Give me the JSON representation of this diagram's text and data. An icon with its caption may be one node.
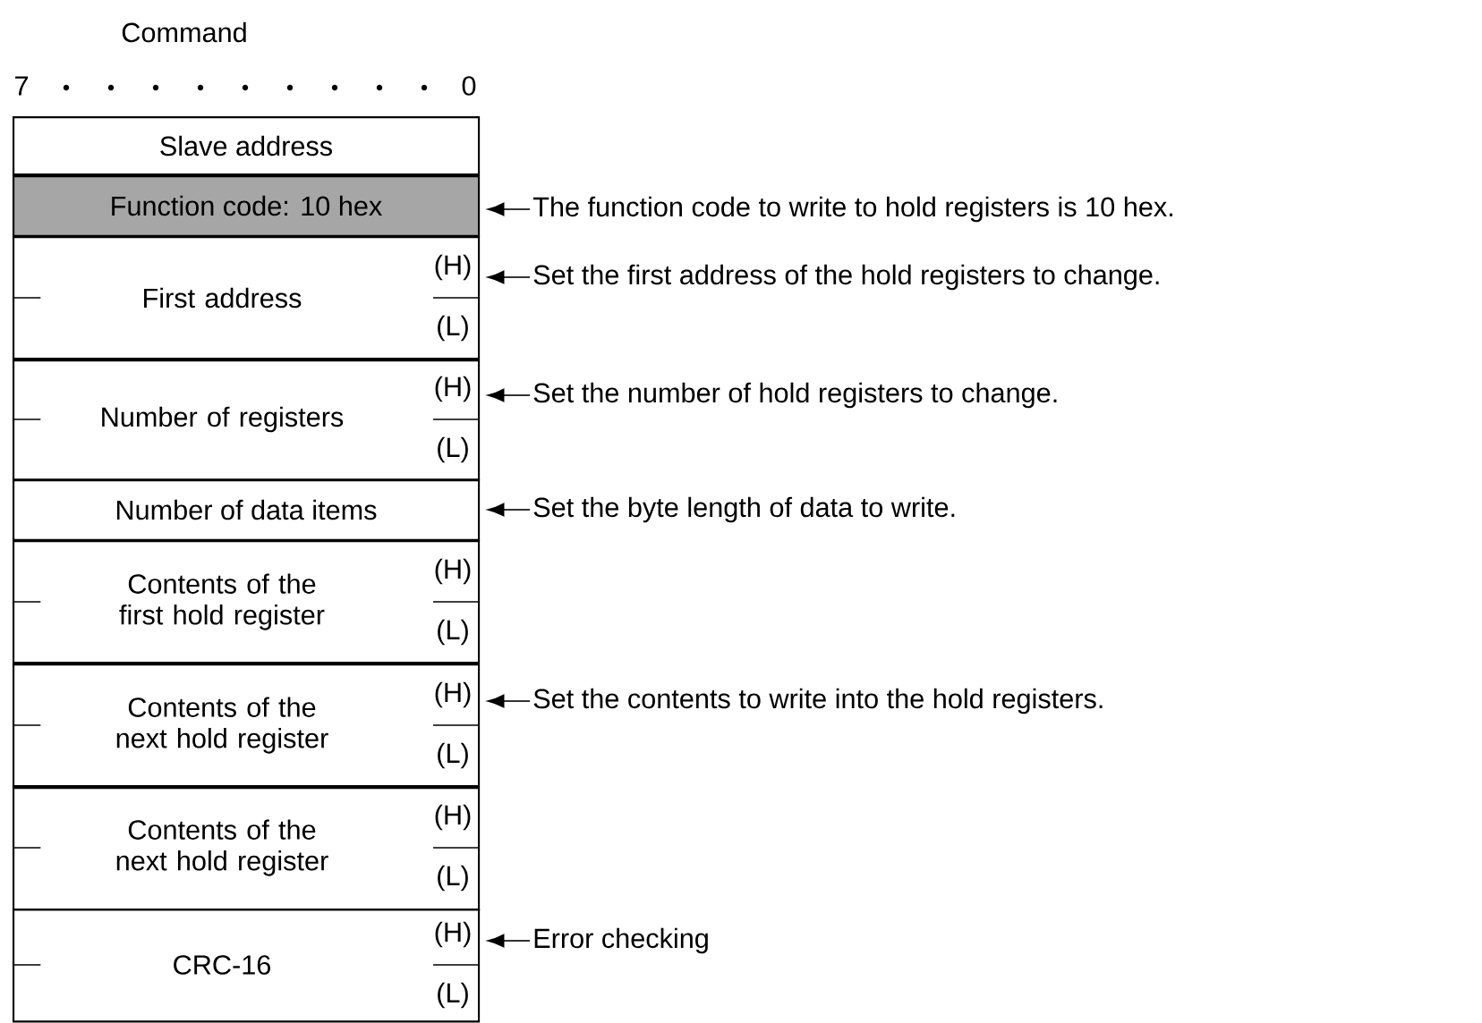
{
  "diagram": {
    "title": "Command",
    "nodes": [
      {
        "text": [
          "Slave address"
        ]
      },
      {
        "text": [
          "Function code: 10 hex"
        ]
      },
      {
        "text": [
          "First address",
          "(H)",
          "(L)"
        ]
      },
      {
        "text": [
          "Number of registers",
          "(H)",
          "(L)"
        ]
      },
      {
        "text": [
          "Number of data items"
        ]
      },
      {
        "text": [
          "Contents of the first hold register",
          "(H)",
          "(L)"
        ]
      },
      {
        "text": [
          "Contents of the next hold register",
          "(H)",
          "(L)"
        ]
      },
      {
        "text": [
          "Contents of the next hold register",
          "(H)",
          "(L)"
        ]
      },
      {
        "text": [
          "CRC-16",
          "(H)",
          "(L)"
        ]
      },
      {
        "text": [
          "The function code to write to hold registers is 10 hex."
        ]
      },
      {
        "text": [
          "Set the first address of the hold registers to change."
        ]
      },
      {
        "text": [
          "Set the number of hold registers to change."
        ]
      },
      {
        "text": [
          "Set the byte length of data to write."
        ]
      },
      {
        "text": [
          "Set the contents to write into the hold registers."
        ]
      },
      {
        "text": [
          "Error checking"
        ]
      }
    ],
    "edges": [
      {
        "from": 9,
        "to": 1,
        "arrow": "to"
      },
      {
        "from": 10,
        "to": 2,
        "arrow": "to"
      },
      {
        "from": 11,
        "to": 3,
        "arrow": "to"
      },
      {
        "from": 12,
        "to": 4,
        "arrow": "to"
      },
      {
        "from": 13,
        "to": 6,
        "arrow": "to"
      },
      {
        "from": 14,
        "to": 8,
        "arrow": "to"
      }
    ],
    "labels": [
      "7",
      "0"
    ]
  }
}
